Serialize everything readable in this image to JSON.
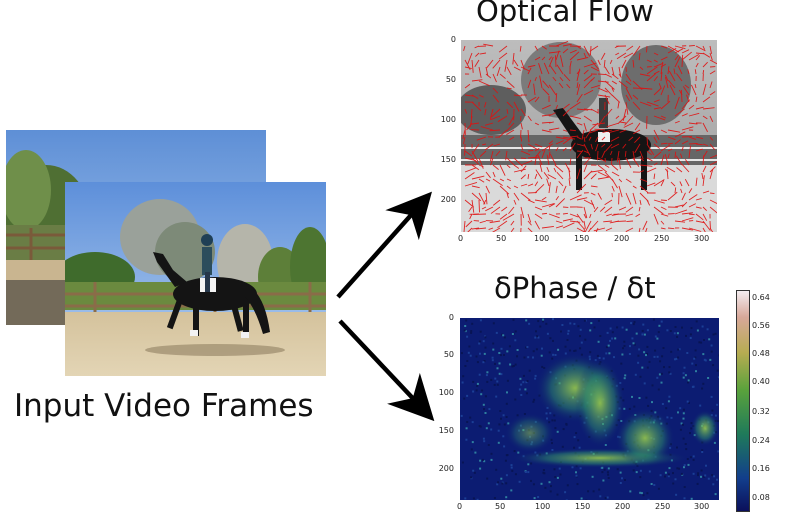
{
  "input_frames": {
    "label": "Input Video Frames"
  },
  "optical_flow": {
    "title": "Optical Flow",
    "x_ticks": [
      "0",
      "50",
      "100",
      "150",
      "200",
      "250",
      "300"
    ],
    "y_ticks": [
      "0",
      "50",
      "100",
      "150",
      "200"
    ]
  },
  "phase_plot": {
    "title": "δPhase / δt",
    "x_ticks": [
      "0",
      "50",
      "100",
      "150",
      "200",
      "250",
      "300"
    ],
    "y_ticks": [
      "0",
      "50",
      "100",
      "150",
      "200"
    ],
    "colorbar_ticks": [
      "0.64",
      "0.56",
      "0.48",
      "0.40",
      "0.32",
      "0.24",
      "0.16",
      "0.08"
    ]
  },
  "colors": {
    "arrow": "#000000",
    "flow_vectors": "#e01010",
    "heatmap_low": "#0a1a6e",
    "heatmap_high": "#9fd24a"
  }
}
